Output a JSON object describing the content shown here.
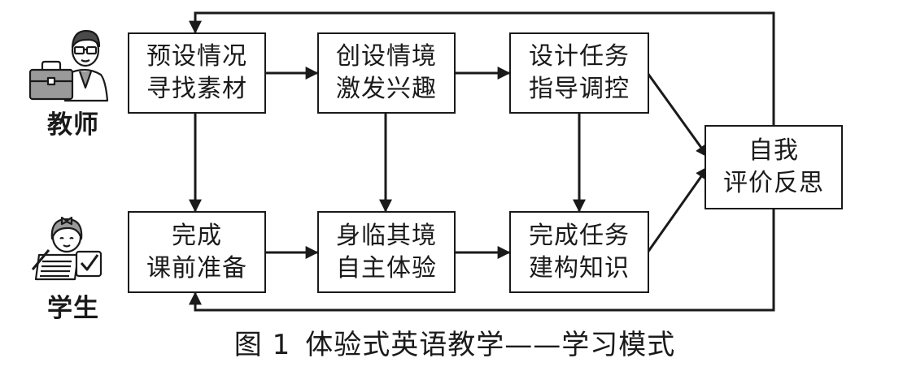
{
  "roles": {
    "teacher": "教师",
    "student": "学生"
  },
  "boxes": {
    "teacher_prep": [
      "预设情况",
      "寻找素材"
    ],
    "create_situation": [
      "创设情境",
      "激发兴趣"
    ],
    "design_task": [
      "设计任务",
      "指导调控"
    ],
    "student_prep": [
      "完成",
      "课前准备"
    ],
    "immersive": [
      "身临其境",
      "自主体验"
    ],
    "complete_task": [
      "完成任务",
      "建构知识"
    ],
    "reflection": [
      "自我",
      "评价反思"
    ]
  },
  "caption": {
    "label": "图 1",
    "title": "体验式英语教学——学习模式"
  },
  "colors": {
    "ink": "#1a1a1a",
    "figure_fill": "#9a9a9a"
  },
  "icons": {
    "teacher": "teacher-figure-icon",
    "student": "student-figure-icon"
  }
}
